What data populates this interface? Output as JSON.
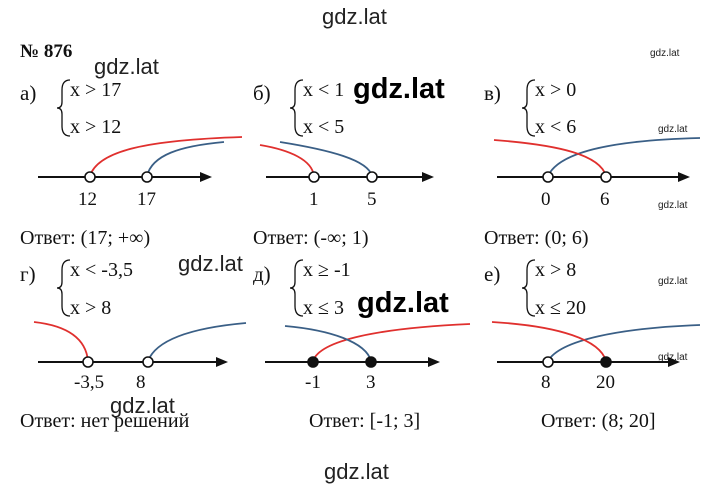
{
  "watermark": "gdz.lat",
  "problem_number": "№ 876",
  "items": [
    {
      "letter": "а)",
      "line1": "x > 17",
      "line2": "x > 12",
      "ticks": [
        "12",
        "17"
      ],
      "answer": "Ответ: (17; +∞)"
    },
    {
      "letter": "б)",
      "line1": "x < 1",
      "line2": "x < 5",
      "ticks": [
        "1",
        "5"
      ],
      "answer": "Ответ: (-∞; 1)"
    },
    {
      "letter": "в)",
      "line1": "x > 0",
      "line2": "x < 6",
      "ticks": [
        "0",
        "6"
      ],
      "answer": "Ответ: (0; 6)"
    },
    {
      "letter": "г)",
      "line1": "x < -3,5",
      "line2": "x > 8",
      "ticks": [
        "-3,5",
        "8"
      ],
      "answer": "Ответ: нет решений"
    },
    {
      "letter": "д)",
      "line1": "x ≥ -1",
      "line2": "x ≤ 3",
      "ticks": [
        "-1",
        "3"
      ],
      "answer": "Ответ: [-1; 3]"
    },
    {
      "letter": "е)",
      "line1": "x > 8",
      "line2": "x ≤ 20",
      "ticks": [
        "8",
        "20"
      ],
      "answer": "Ответ: (8; 20]"
    }
  ],
  "colors": {
    "red": "#e0302e",
    "blue": "#3a5f86",
    "axis": "#111111"
  }
}
